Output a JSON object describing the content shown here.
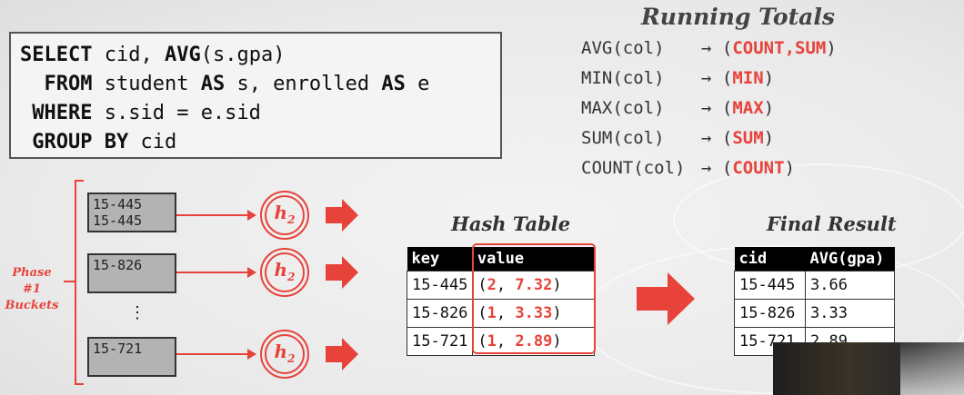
{
  "sql": {
    "lines": [
      {
        "kw": "SELECT",
        "rest": " cid, ",
        "kw2": "AVG",
        "rest2": "(s.gpa)"
      },
      {
        "kw": "  FROM",
        "rest": " student ",
        "kw2": "AS",
        "rest2": " s, enrolled ",
        "kw3": "AS",
        "rest3": " e"
      },
      {
        "kw": " WHERE",
        "rest": " s.sid = e.sid"
      },
      {
        "kw": " GROUP BY",
        "rest": " cid"
      }
    ]
  },
  "running_totals": {
    "title": "Running Totals",
    "rows": [
      {
        "fn": "AVG(col)",
        "arrow": "→",
        "open": "(",
        "parts": [
          "COUNT",
          ",",
          "SUM"
        ],
        "close": ")"
      },
      {
        "fn": "MIN(col)",
        "arrow": "→",
        "open": "(",
        "parts": [
          "MIN"
        ],
        "close": ")"
      },
      {
        "fn": "MAX(col)",
        "arrow": "→",
        "open": "(",
        "parts": [
          "MAX"
        ],
        "close": ")"
      },
      {
        "fn": "SUM(col)",
        "arrow": "→",
        "open": "(",
        "parts": [
          "SUM"
        ],
        "close": ")"
      },
      {
        "fn": "COUNT(col)",
        "arrow": "→",
        "open": "(",
        "parts": [
          "COUNT"
        ],
        "close": ")"
      }
    ]
  },
  "buckets": {
    "phase_label": "Phase #1 Buckets",
    "bucket1": [
      "15-445",
      "15-445"
    ],
    "bucket2": [
      "15-826"
    ],
    "ellipsis": "⋮",
    "bucket3": [
      "15-721"
    ],
    "hash_fn": "h",
    "hash_sub": "2"
  },
  "hash_table": {
    "title": "Hash Table",
    "headers": [
      "key",
      "value"
    ],
    "rows": [
      {
        "key": "15-445",
        "count": "2",
        "sum": "7.32"
      },
      {
        "key": "15-826",
        "count": "1",
        "sum": "3.33"
      },
      {
        "key": "15-721",
        "count": "1",
        "sum": "2.89"
      }
    ]
  },
  "final_result": {
    "title": "Final Result",
    "headers": [
      "cid",
      "AVG(gpa)"
    ],
    "rows": [
      [
        "15-445",
        "3.66"
      ],
      [
        "15-826",
        "3.33"
      ],
      [
        "15-721",
        "2.89"
      ]
    ]
  },
  "colors": {
    "accent": "#e7433b"
  }
}
